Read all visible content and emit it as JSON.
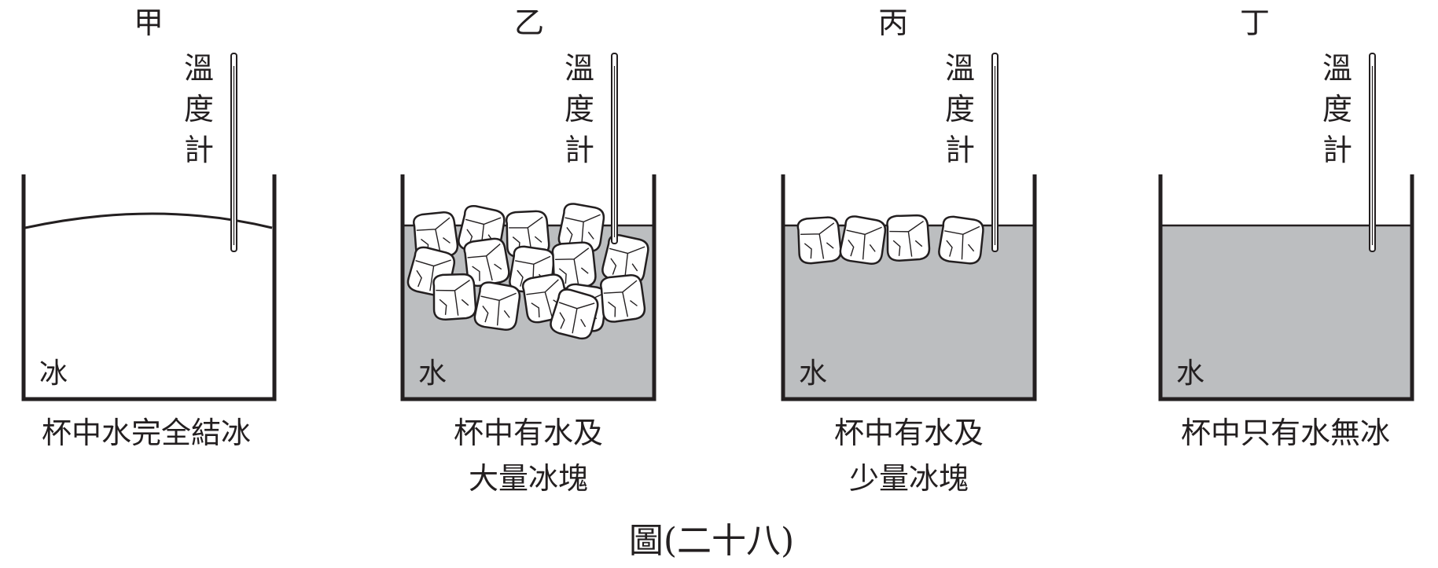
{
  "figure": {
    "caption": "圖(二十八)",
    "thermometer_label": [
      "溫",
      "度",
      "計"
    ],
    "colors": {
      "ink": "#231f20",
      "water": "#bcbec0",
      "ice_fill": "#ffffff",
      "background": "#ffffff"
    },
    "panels": [
      {
        "title": "甲",
        "content_label": "冰",
        "content": "ice",
        "description_lines": [
          "杯中水完全結冰"
        ]
      },
      {
        "title": "乙",
        "content_label": "水",
        "content": "water",
        "description_lines": [
          "杯中有水及",
          "大量冰塊"
        ]
      },
      {
        "title": "丙",
        "content_label": "水",
        "content": "water",
        "description_lines": [
          "杯中有水及",
          "少量冰塊"
        ]
      },
      {
        "title": "丁",
        "content_label": "水",
        "content": "water",
        "description_lines": [
          "杯中只有水無冰"
        ]
      }
    ]
  }
}
